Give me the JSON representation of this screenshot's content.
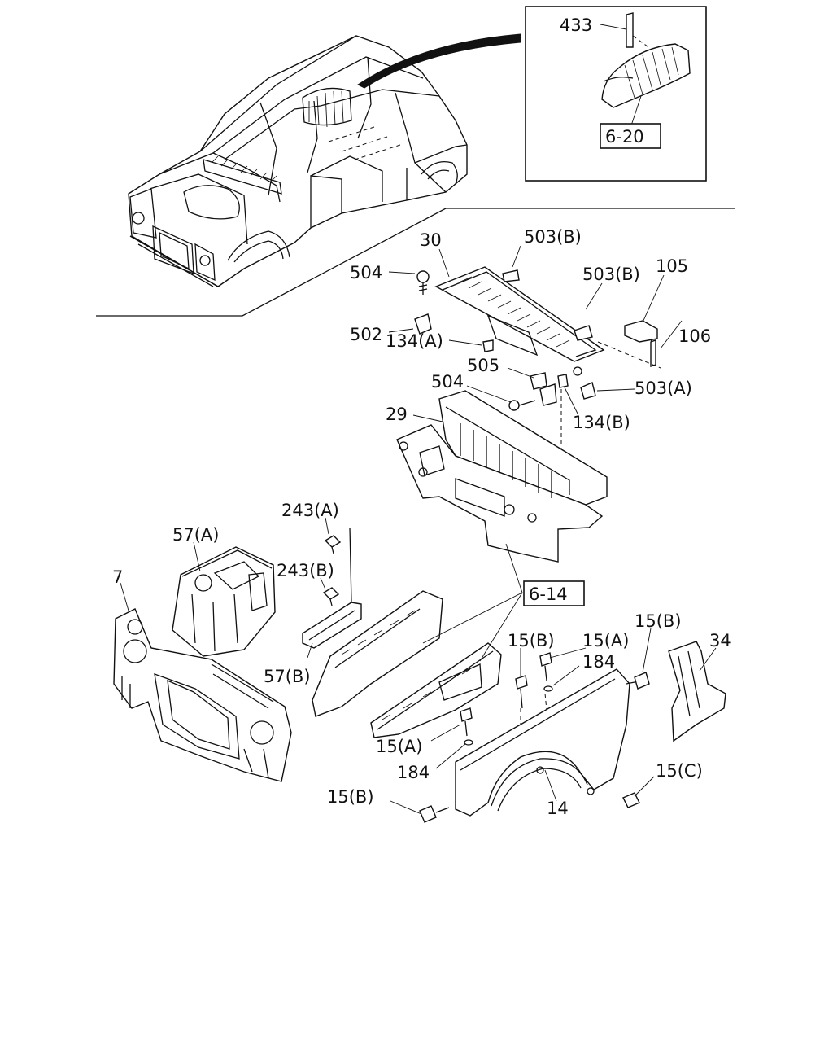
{
  "callouts": {
    "c433": "433",
    "c620": "6-20",
    "c30": "30",
    "c503b_1": "503(B)",
    "c504_1": "504",
    "c503b_2": "503(B)",
    "c105": "105",
    "c502": "502",
    "c106": "106",
    "c134a": "134(A)",
    "c505": "505",
    "c504_2": "504",
    "c503a": "503(A)",
    "c134b": "134(B)",
    "c29": "29",
    "c243a": "243(A)",
    "c57a": "57(A)",
    "c243b": "243(B)",
    "c7": "7",
    "c614": "6-14",
    "c15b_1": "15(B)",
    "c15a_1": "15(A)",
    "c15b_2": "15(B)",
    "c34": "34",
    "c184_1": "184",
    "c57b": "57(B)",
    "c15a_2": "15(A)",
    "c184_2": "184",
    "c15c": "15(C)",
    "c15b_3": "15(B)",
    "c14": "14"
  }
}
